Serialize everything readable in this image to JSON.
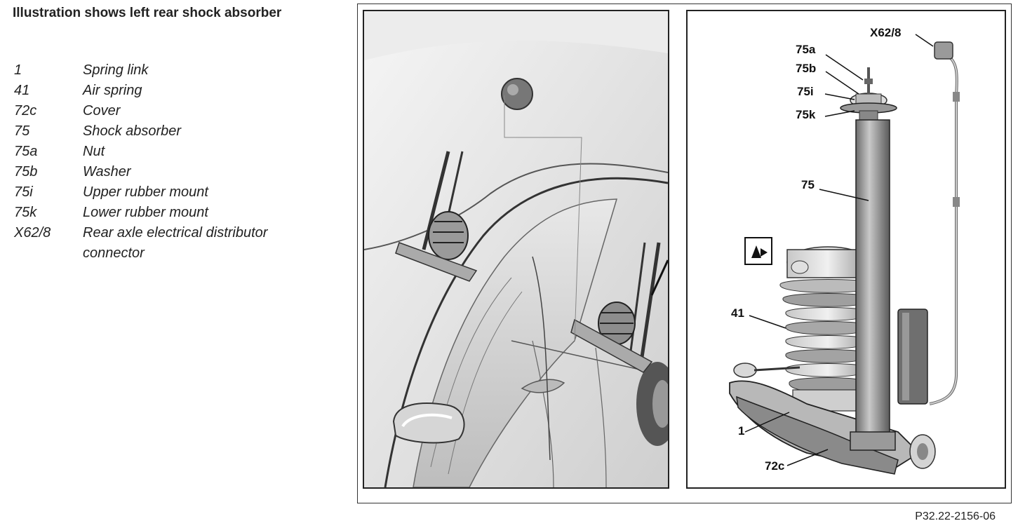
{
  "title": "Illustration shows left rear shock absorber",
  "legend": [
    {
      "code": "1",
      "desc": "Spring link"
    },
    {
      "code": "41",
      "desc": "Air spring"
    },
    {
      "code": "72c",
      "desc": "Cover"
    },
    {
      "code": "75",
      "desc": "Shock absorber"
    },
    {
      "code": "75a",
      "desc": "Nut"
    },
    {
      "code": "75b",
      "desc": "Washer"
    },
    {
      "code": "75i",
      "desc": "Upper rubber mount"
    },
    {
      "code": "75k",
      "desc": "Lower rubber mount"
    },
    {
      "code": "X62/8",
      "desc": "Rear axle electrical distributor connector"
    }
  ],
  "callouts": {
    "x62_8": "X62/8",
    "c75a": "75a",
    "c75b": "75b",
    "c75i": "75i",
    "c75k": "75k",
    "c75": "75",
    "c41": "41",
    "c1": "1",
    "c72c": "72c"
  },
  "figure_ref": "P32.22-2156-06"
}
